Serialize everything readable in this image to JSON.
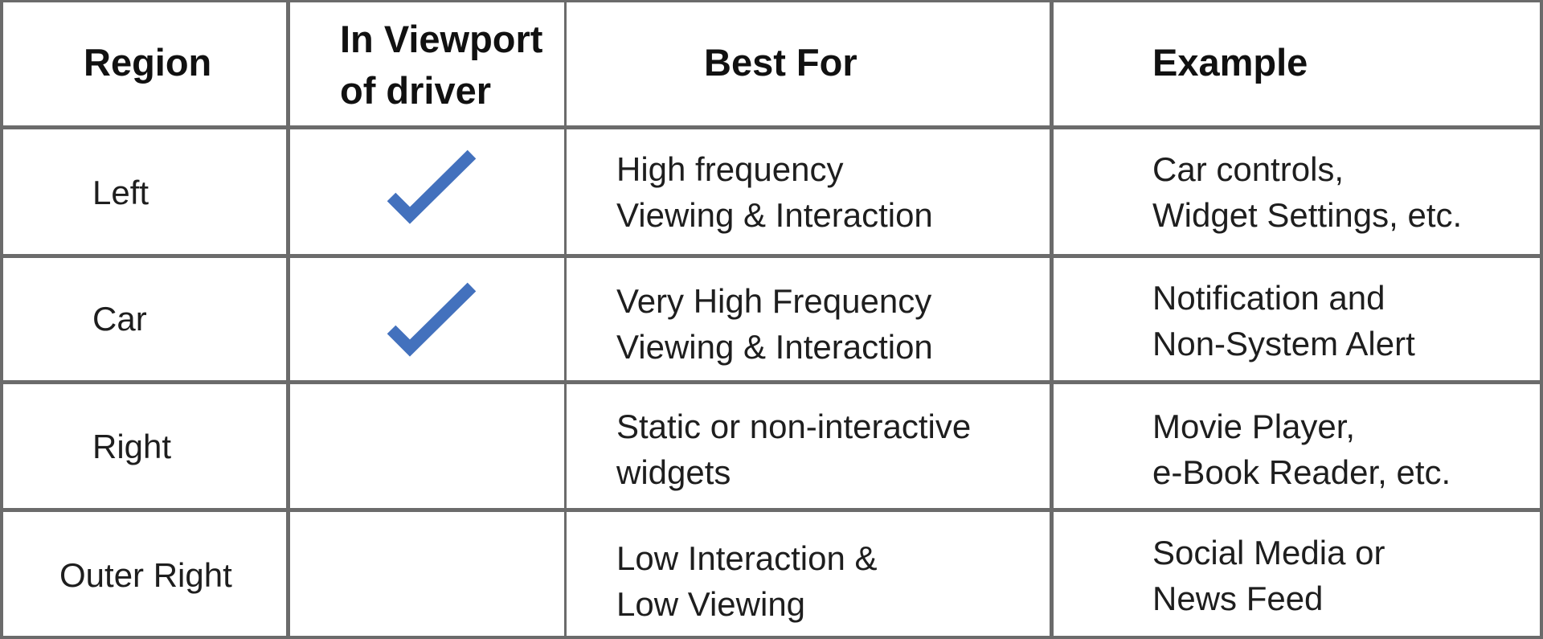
{
  "table": {
    "headers": [
      "Region",
      "In Viewport of driver",
      "Best For",
      "Example"
    ],
    "header_lines": {
      "region": [
        "Region"
      ],
      "viewport": [
        "In Viewport",
        "of driver"
      ],
      "best_for": [
        "Best For"
      ],
      "example": [
        "Example"
      ]
    },
    "rows": [
      {
        "region": "Left",
        "in_viewport": true,
        "best_for": [
          "High frequency",
          "Viewing & Interaction"
        ],
        "example": [
          "Car controls,",
          "Widget Settings, etc."
        ]
      },
      {
        "region": "Car",
        "in_viewport": true,
        "best_for": [
          "Very High Frequency",
          "Viewing & Interaction"
        ],
        "example": [
          "Notification and",
          "Non-System Alert"
        ]
      },
      {
        "region": "Right",
        "in_viewport": false,
        "best_for": [
          "Static or non-interactive",
          "widgets"
        ],
        "example": [
          "Movie Player,",
          "e-Book Reader, etc."
        ]
      },
      {
        "region": "Outer Right",
        "in_viewport": false,
        "best_for": [
          "Low Interaction &",
          "Low Viewing"
        ],
        "example": [
          "Social Media or",
          "News Feed"
        ]
      }
    ]
  },
  "colors": {
    "checkmark": "#4371bd",
    "border": "#6b6b6b"
  },
  "icons": {
    "viewport_yes": "checkmark-icon"
  }
}
